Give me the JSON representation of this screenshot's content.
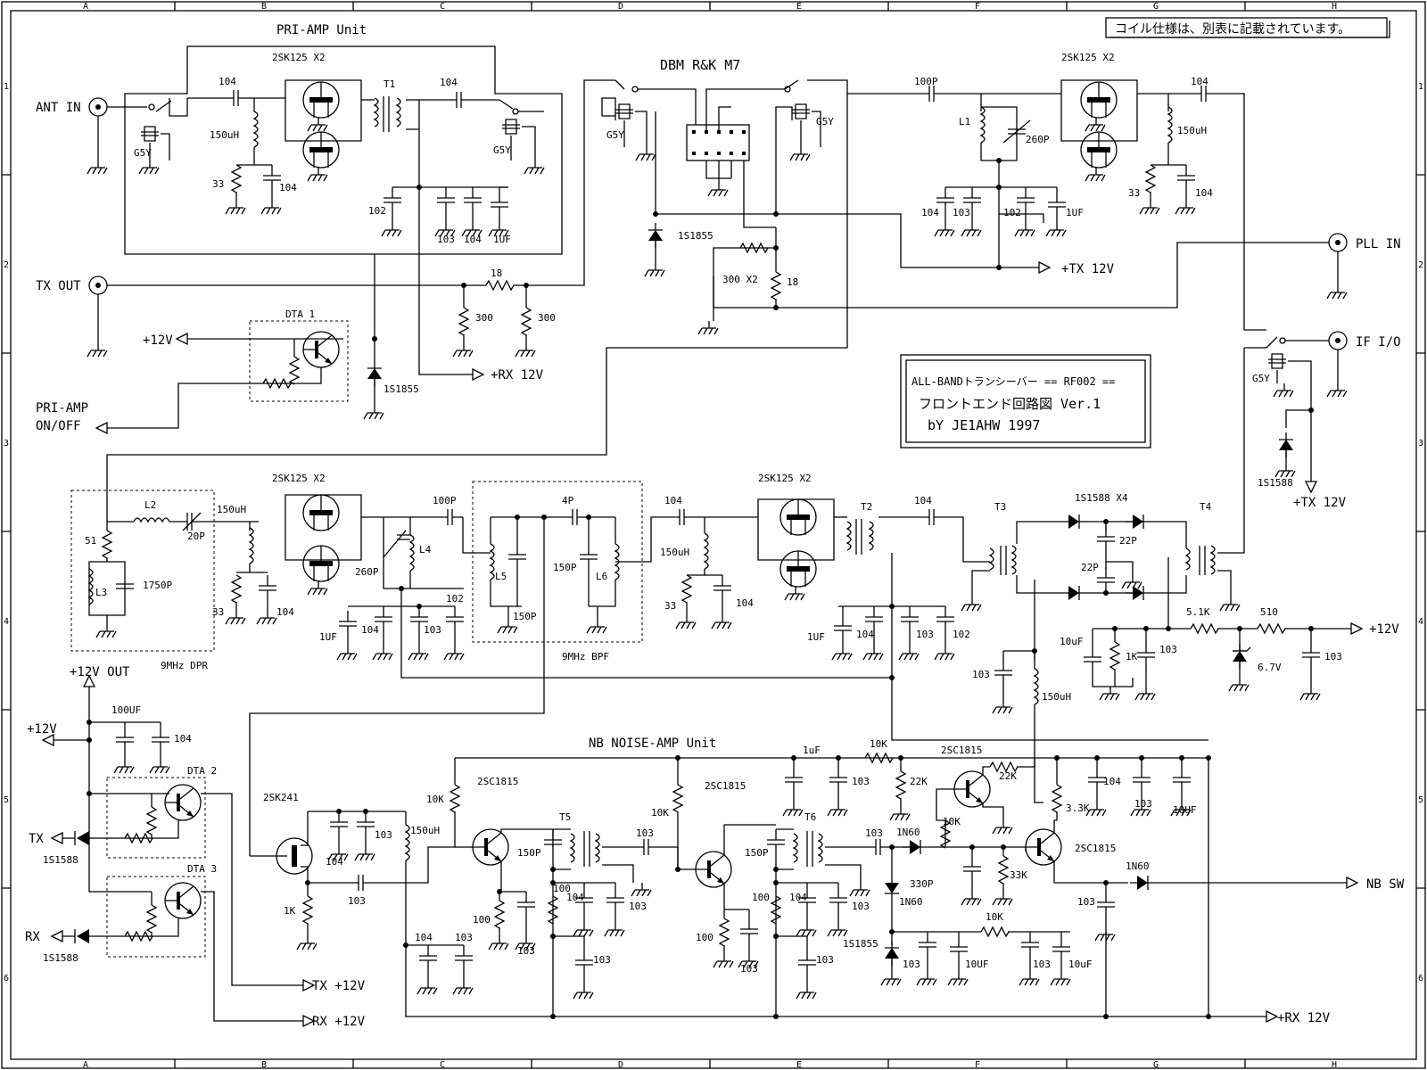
{
  "note": "コイル仕様は、別表に記載されています。",
  "title_block": {
    "line1": "ALL-BANDトランシーバー == RF002 ==",
    "line2": "フロントエンド回路図 Ver.1",
    "line3": "bY JE1AHW 1997"
  },
  "border": {
    "cols": [
      "A",
      "B",
      "C",
      "D",
      "E",
      "F",
      "G",
      "H"
    ],
    "rows": [
      "1",
      "2",
      "3",
      "4",
      "5",
      "6"
    ]
  },
  "blocks": {
    "pri_amp": "PRI-AMP Unit",
    "dbm": "DBM R&K M7",
    "nb": "NB NOISE-AMP Unit",
    "dpr": "9MHz DPR",
    "bpf": "9MHz BPF"
  },
  "ports": {
    "ant_in": "ANT IN",
    "tx_out": "TX OUT",
    "plus12v": "+12V",
    "pri_amp_onoff_1": "PRI-AMP",
    "pri_amp_onoff_2": "ON/OFF",
    "rx12v_top": "+RX 12V",
    "tx12v_top": "+TX 12V",
    "pll_in": "PLL IN",
    "if_io": "IF I/O",
    "tx12v_right": "+TX 12V",
    "plus12v_right": "+12V",
    "plus12v_out": "+12V OUT",
    "plus12v_left": "+12V",
    "tx": "TX",
    "rx": "RX",
    "tx12v_bot": "TX +12V",
    "rx12v_bot": "RX +12V",
    "rx12v_bot_right": "+RX 12V",
    "nb_sw": "NB SW"
  },
  "parts": {
    "q_pri": "2SK125 X2",
    "q_pri_out": "2SK125 X2",
    "q_mid": "2SK125 X2",
    "q_mid2": "2SK125 X2",
    "t1": "T1",
    "t2": "T2",
    "t3": "T3",
    "t4": "T4",
    "t5": "T5",
    "t6": "T6",
    "l1": "L1",
    "l2": "L2",
    "l3": "L3",
    "l4": "L4",
    "l5": "L5",
    "l6": "L6",
    "g5y_1": "G5Y",
    "g5y_2": "G5Y",
    "g5y_3": "G5Y",
    "g5y_4": "G5Y",
    "g5y_5": "G5Y",
    "dta1": "DTA 1",
    "dta2": "DTA 2",
    "dta3": "DTA 3",
    "d_1s1855_a": "1S1855",
    "d_1s1855_b": "1S1855",
    "d_1s1855_c": "1S1855",
    "d_1s1588_a": "1S1588",
    "d_1s1588_b": "1S1588",
    "d_1s1588_c": "1S1588",
    "d_1s1588_x4": "1S1588 X4",
    "d_1n60_a": "1N60",
    "d_1n60_b": "1N60",
    "d_1n60_c": "1N60",
    "q_2sk241": "2SK241",
    "q_2sc1815_a": "2SC1815",
    "q_2sc1815_b": "2SC1815",
    "q_2sc1815_c": "2SC1815",
    "q_2sc1815_d": "2SC1815",
    "r_300x2": "300 X2",
    "v_67": "6.7V"
  }
}
